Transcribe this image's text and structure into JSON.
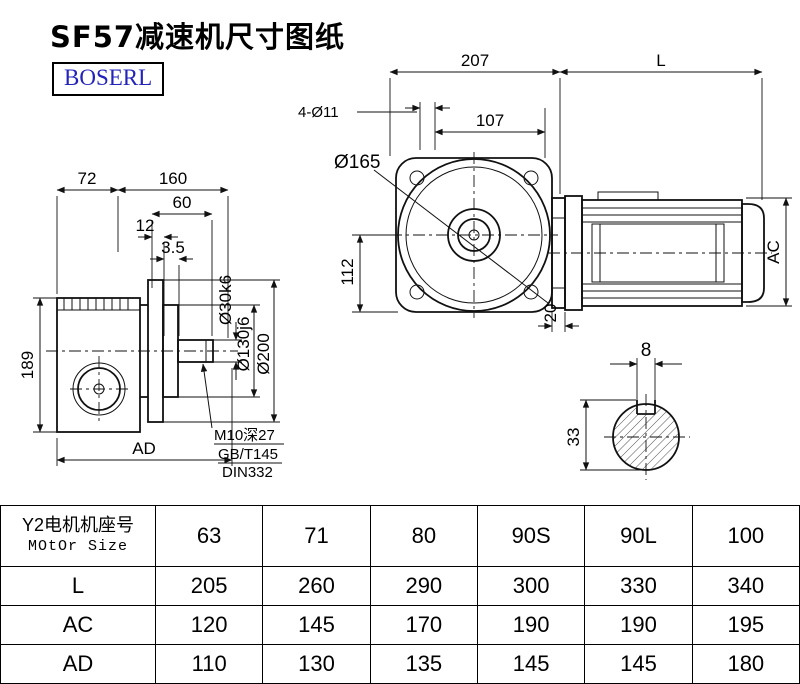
{
  "title": "SF57减速机尺寸图纸",
  "brand": "BOSERL",
  "drawing": {
    "left": {
      "d72": "72",
      "d160": "160",
      "d60": "60",
      "d12": "12",
      "d35": "3.5",
      "d189": "189",
      "dAD": "AD",
      "d30": "Ø30k6",
      "d130": "Ø130j6",
      "d200": "Ø200",
      "thread": "M10深27",
      "std1": "GB/T145",
      "std2": "DIN332"
    },
    "right": {
      "d207": "207",
      "dL": "L",
      "holes": "4-Ø11",
      "d107": "107",
      "d165": "Ø165",
      "d112": "112",
      "d20": "20",
      "dAC": "AC"
    },
    "section": {
      "d8": "8",
      "d33": "33"
    }
  },
  "table": {
    "header": {
      "line1": "Y2电机机座号",
      "line2": "MOtOr Size"
    },
    "columns": [
      "63",
      "71",
      "80",
      "90S",
      "90L",
      "100"
    ],
    "rows": [
      {
        "label": "L",
        "values": [
          "205",
          "260",
          "290",
          "300",
          "330",
          "340"
        ]
      },
      {
        "label": "AC",
        "values": [
          "120",
          "145",
          "170",
          "190",
          "190",
          "195"
        ]
      },
      {
        "label": "AD",
        "values": [
          "110",
          "130",
          "135",
          "145",
          "145",
          "180"
        ]
      }
    ]
  }
}
